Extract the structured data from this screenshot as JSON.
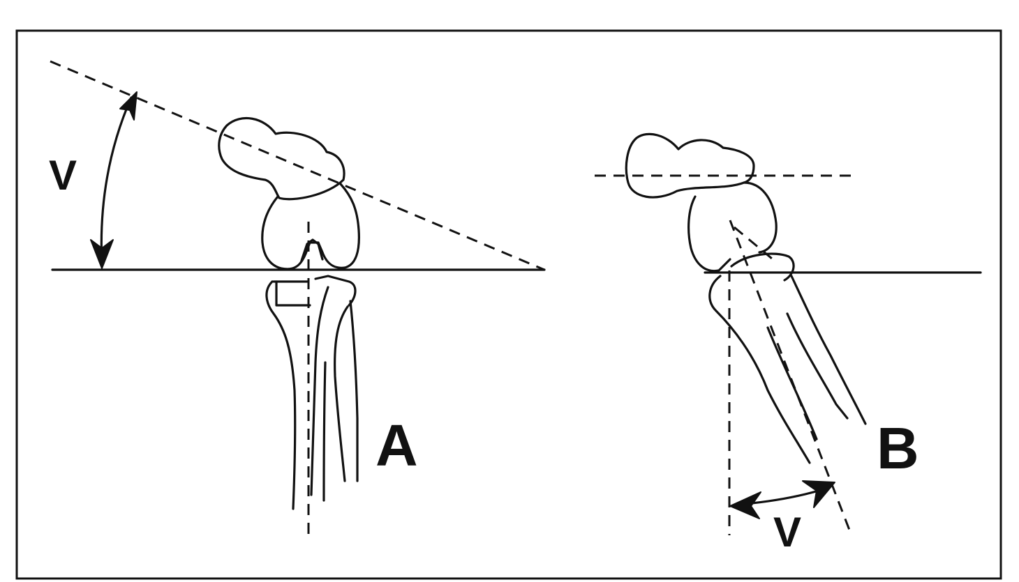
{
  "labels": {
    "angle_left": "V",
    "angle_right": "V",
    "view_a": "A",
    "view_b": "B"
  },
  "colors": {
    "line": "#111111",
    "background": "#ffffff"
  }
}
